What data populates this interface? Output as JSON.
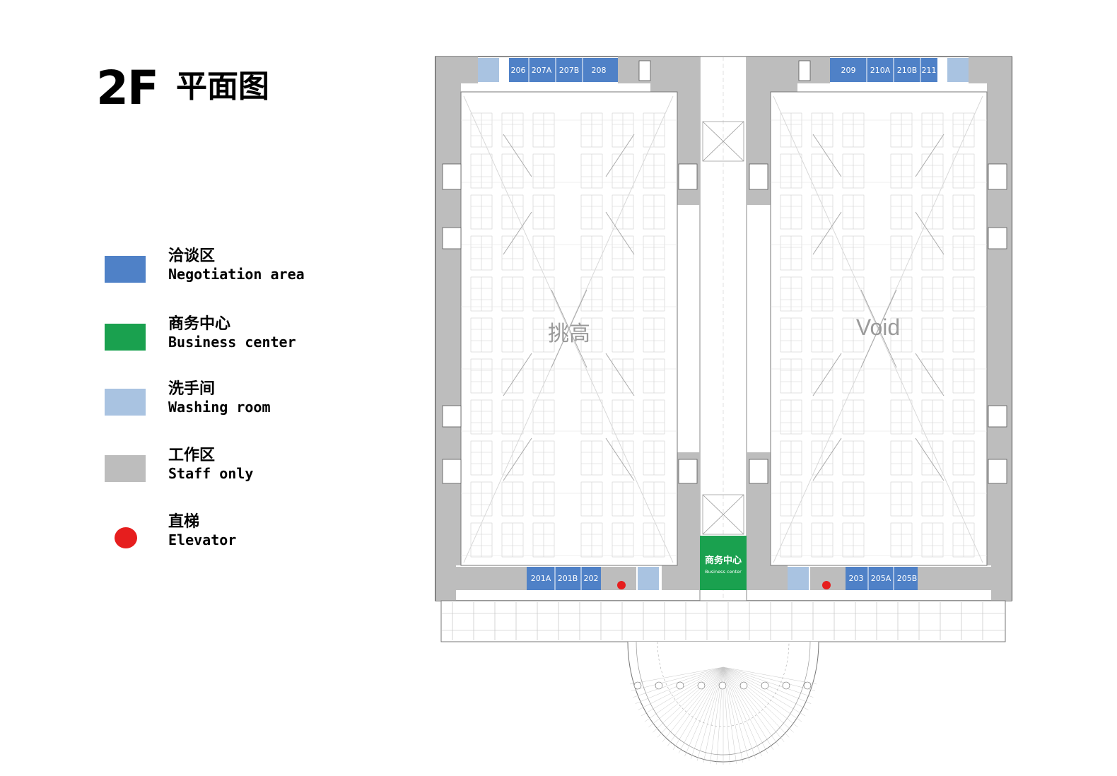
{
  "title": {
    "floor": "2F",
    "plan": "平面图"
  },
  "legend": [
    {
      "cn": "洽谈区",
      "en": "Negotiation area",
      "color": "#4f81c7",
      "shape": "rect"
    },
    {
      "cn": "商务中心",
      "en": "Business center",
      "color": "#1aa14f",
      "shape": "rect"
    },
    {
      "cn": "洗手间",
      "en": "Washing room",
      "color": "#a9c3e1",
      "shape": "rect"
    },
    {
      "cn": "工作区",
      "en": "Staff only",
      "color": "#bdbdbd",
      "shape": "rect"
    },
    {
      "cn": "直梯",
      "en": "Elevator",
      "color": "#e61e1e",
      "shape": "circle"
    }
  ],
  "colors": {
    "negotiation": "#4f81c7",
    "business": "#1aa14f",
    "washing": "#a9c3e1",
    "staff": "#bdbdbd",
    "elevator": "#e61e1e"
  },
  "halls": {
    "left_label": "挑高",
    "right_label": "Void"
  },
  "rooms": {
    "top_left": [
      "206",
      "207A",
      "207B",
      "208"
    ],
    "top_right": [
      "209",
      "210A",
      "210B",
      "211"
    ],
    "bottom_left": [
      "201A",
      "201B",
      "202"
    ],
    "bottom_right": [
      "203",
      "205A",
      "205B"
    ]
  },
  "business_center": {
    "cn": "商务中心",
    "en": "Business center"
  }
}
